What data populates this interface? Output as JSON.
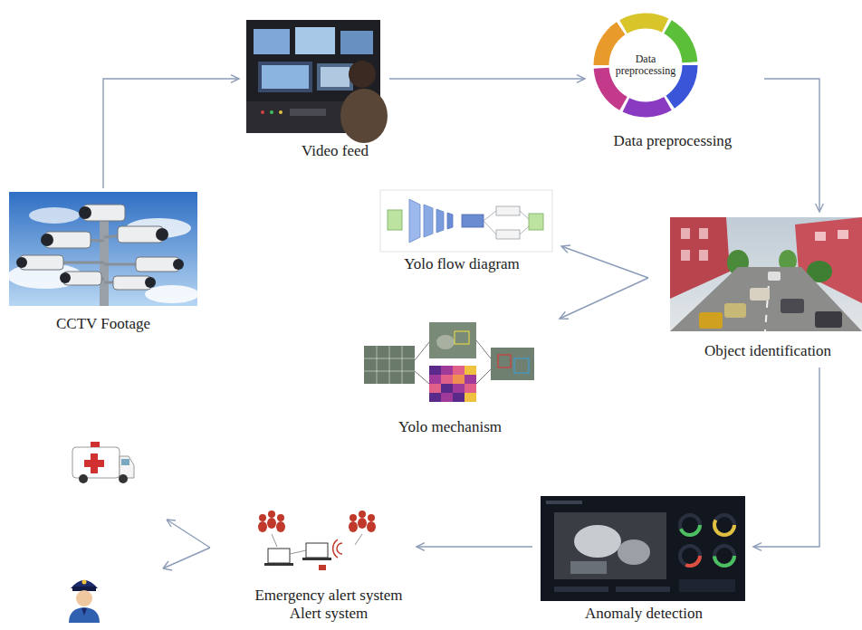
{
  "diagram": {
    "nodes": [
      {
        "text": [
          "CCTV Footage"
        ]
      },
      {
        "text": [
          "Video feed"
        ]
      },
      {
        "text": [
          "Data preprocessing",
          "Data preprocessing"
        ]
      },
      {
        "text": [
          "Object identification"
        ]
      },
      {
        "text": [
          "Yolo flow diagram"
        ]
      },
      {
        "text": [
          "Yolo mechanism"
        ]
      },
      {
        "text": [
          "Anomaly detection"
        ]
      },
      {
        "text": [
          "Emergency alert system",
          "Alert system"
        ]
      }
    ],
    "edges": [
      {
        "from": 0,
        "to": 1,
        "arrow": "to"
      },
      {
        "from": 1,
        "to": 2,
        "arrow": "to"
      },
      {
        "from": 2,
        "to": 3,
        "arrow": "to"
      },
      {
        "from": 3,
        "to": 4,
        "arrow": "to"
      },
      {
        "from": 3,
        "to": 5,
        "arrow": "to"
      },
      {
        "from": 3,
        "to": 6,
        "arrow": "to"
      },
      {
        "from": 6,
        "to": 7,
        "arrow": "to"
      }
    ]
  }
}
